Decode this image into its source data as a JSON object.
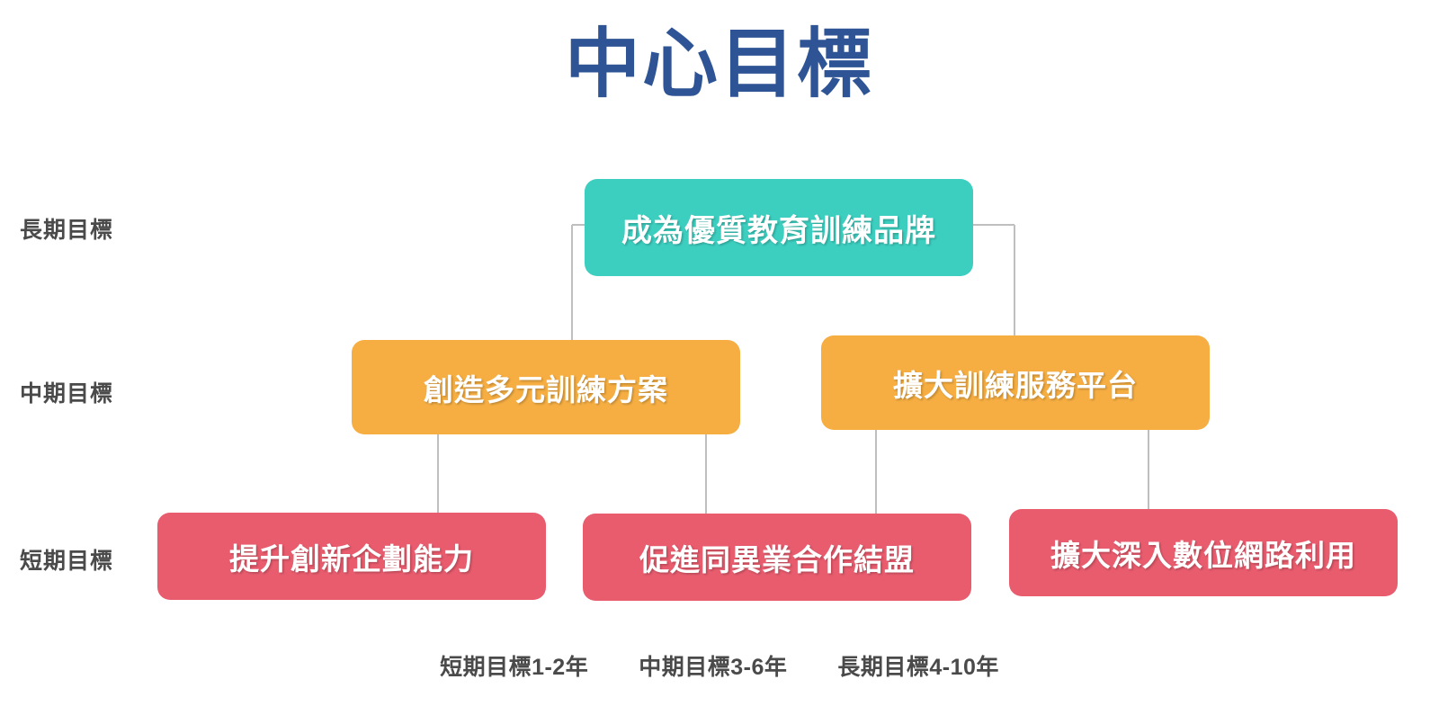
{
  "page": {
    "title": "中心目標",
    "title_color": "#2F5496",
    "background_color": "#ffffff"
  },
  "tiers": [
    {
      "id": "long",
      "label": "長期目標",
      "color": "#3CCFC0"
    },
    {
      "id": "mid",
      "label": "中期目標",
      "color": "#F6AE42"
    },
    {
      "id": "short",
      "label": "短期目標",
      "color": "#E85C6E"
    }
  ],
  "nodes": {
    "long": [
      {
        "label": "成為優質教育訓練品牌"
      }
    ],
    "mid": [
      {
        "label": "創造多元訓練方案"
      },
      {
        "label": "擴大訓練服務平台"
      }
    ],
    "short": [
      {
        "label": "提升創新企劃能力"
      },
      {
        "label": "促進同異業合作結盟"
      },
      {
        "label": "擴大深入數位網路利用"
      }
    ]
  },
  "legend": [
    {
      "label": "短期目標1-2年"
    },
    {
      "label": "中期目標3-6年"
    },
    {
      "label": "長期目標4-10年"
    }
  ],
  "connectors": {
    "line_color": "#BFBFBF",
    "line_width": 1.6
  }
}
